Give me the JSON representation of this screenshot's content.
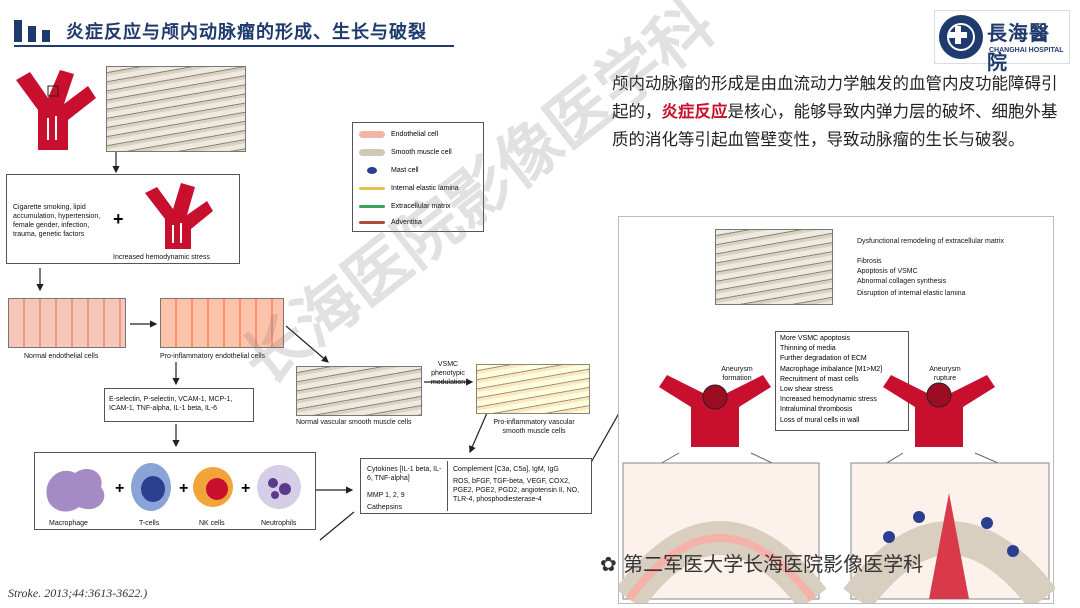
{
  "header": {
    "title": "炎症反应与颅内动脉瘤的形成、生长与破裂",
    "logo_zh": "長海醫院",
    "logo_en": "CHANGHAI HOSPITAL"
  },
  "intro": {
    "part1": "颅内动脉瘤的形成是由血流动力学触发的血管内皮功能障碍引起的，",
    "highlight": "炎症反应",
    "part2": "是核心，能够导致内弹力层的破坏、细胞外基质的消化等引起血管壁变性，导致动脉瘤的生长与破裂。"
  },
  "diagram": {
    "risk_factors": "Cigarette smoking, lipid accumulation, hypertension, female gender, infection, trauma, genetic factors",
    "hemodynamic": "Increased hemodynamic stress",
    "normal_endo": "Normal endothelial cells",
    "proinf_endo": "Pro-inflammatory endothelial cells",
    "adhesion": "E-selectin, P-selectin, VCAM-1, MCP-1, ICAM-1, TNF-alpha, IL-1 beta, IL-6",
    "vsmc_switch": "VSMC phenotypic modulation",
    "normal_vsmc": "Normal vascular smooth muscle cells",
    "proinf_vsmc": "Pro-inflammatory vascular smooth muscle cells",
    "cells": [
      "Macrophage",
      "T-cells",
      "NK cells",
      "Neutrophils"
    ],
    "mediators_left": [
      "Cytokines [IL-1 beta, IL-6, TNF-alpha]",
      "MMP 1, 2, 9",
      "Cathepsins"
    ],
    "mediators_right": [
      "Complement [C3a, C5a], IgM, IgG",
      "ROS, bFGF, TGF-beta, VEGF, COX2, PGE2, PGE2, PGD2, angiotensin II, NO, TLR-4, phosphodiesterase-4"
    ],
    "legend": [
      "Endothelial cell",
      "Smooth muscle cell",
      "Mast cell",
      "Internal elastic lamina",
      "Extracellular matrix",
      "Adventitia"
    ],
    "remodel_labels": [
      "Dysfunctional remodeling of extracellular matrix",
      "Fibrosis",
      "Apoptosis of VSMC",
      "Abnormal collagen synthesis",
      "Disruption of internal elastic lamina"
    ],
    "aneurysm_formation": "Aneurysm formation",
    "aneurysm_rupture": "Aneurysm rupture",
    "progression": [
      "More VSMC apoptosis",
      "Thinning of media",
      "Further degradation of ECM",
      "Macrophage imbalance [M1>M2]",
      "Recruitment of mast cells",
      "Low shear stress",
      "Increased hemodynamic stress",
      "Intraluminal thrombosis",
      "Loss of mural cells in wall"
    ]
  },
  "watermark": "长海医院影像医学科",
  "wechat_label": "第二军医大学长海医院影像医学科",
  "citation": "Stroke. 2013;44:3613-3622.)"
}
